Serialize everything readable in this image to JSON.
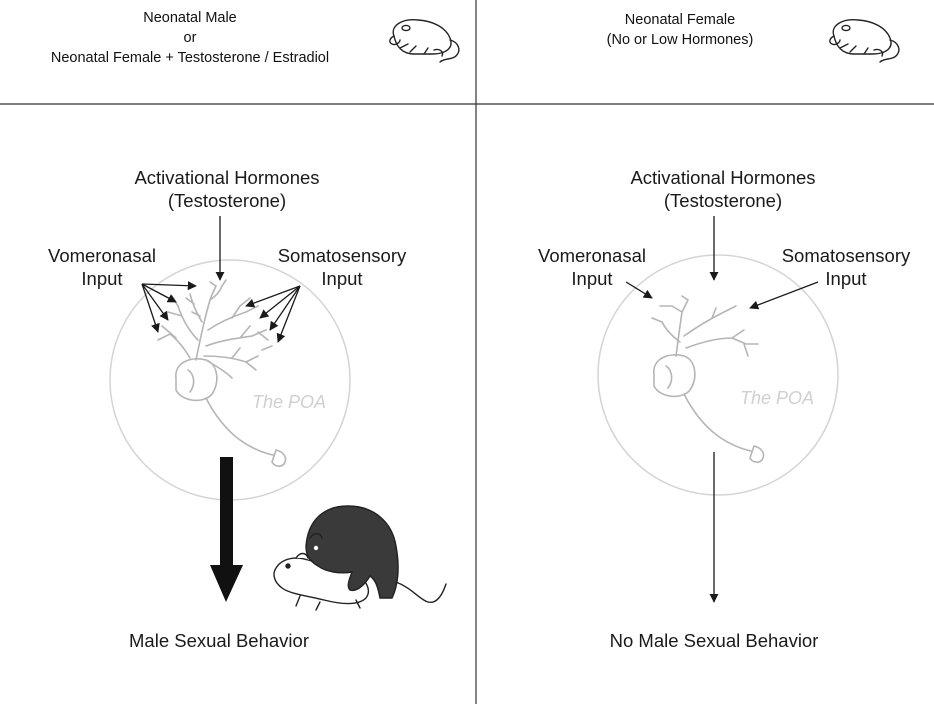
{
  "left": {
    "header_line1": "Neonatal Male",
    "header_line2": "or",
    "header_line3": "Neonatal Female + Testosterone / Estradiol",
    "activational_line1": "Activational Hormones",
    "activational_line2": "(Testosterone)",
    "vomeronasal_line1": "Vomeronasal",
    "vomeronasal_line2": "Input",
    "somatosensory_line1": "Somatosensory",
    "somatosensory_line2": "Input",
    "region_label": "The POA",
    "behavior": "Male Sexual Behavior"
  },
  "right": {
    "header_line1": "Neonatal Female",
    "header_line2": "(No or Low Hormones)",
    "activational_line1": "Activational Hormones",
    "activational_line2": "(Testosterone)",
    "vomeronasal_line1": "Vomeronasal",
    "vomeronasal_line2": "Input",
    "somatosensory_line1": "Somatosensory",
    "somatosensory_line2": "Input",
    "region_label": "The POA",
    "behavior": "No Male Sexual Behavior"
  },
  "colors": {
    "line": "#1a1a1a",
    "circle": "#d4d4d4",
    "neuron": "#b5b5b5",
    "rat_dark": "#3a3a3a"
  },
  "icons": [
    "neonatal-pup-icon",
    "neuron-icon",
    "mating-rats-icon"
  ]
}
